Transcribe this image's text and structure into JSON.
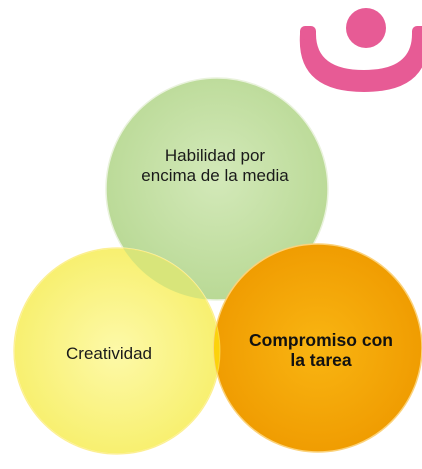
{
  "diagram": {
    "circles": [
      {
        "id": "top",
        "label": "Habilidad por encima de la media",
        "fill": "#c6e0a8"
      },
      {
        "id": "left",
        "label": "Creatividad",
        "fill": "#fbf58c"
      },
      {
        "id": "right",
        "label": "Compromiso con la tarea",
        "fill": "#f6a800"
      }
    ],
    "overlap_colors": {
      "top_left": "#dbe77c",
      "left_right": "#fcd40a"
    }
  },
  "logo": {
    "icon": "person-arms-up-icon",
    "color": "#e75b95"
  }
}
